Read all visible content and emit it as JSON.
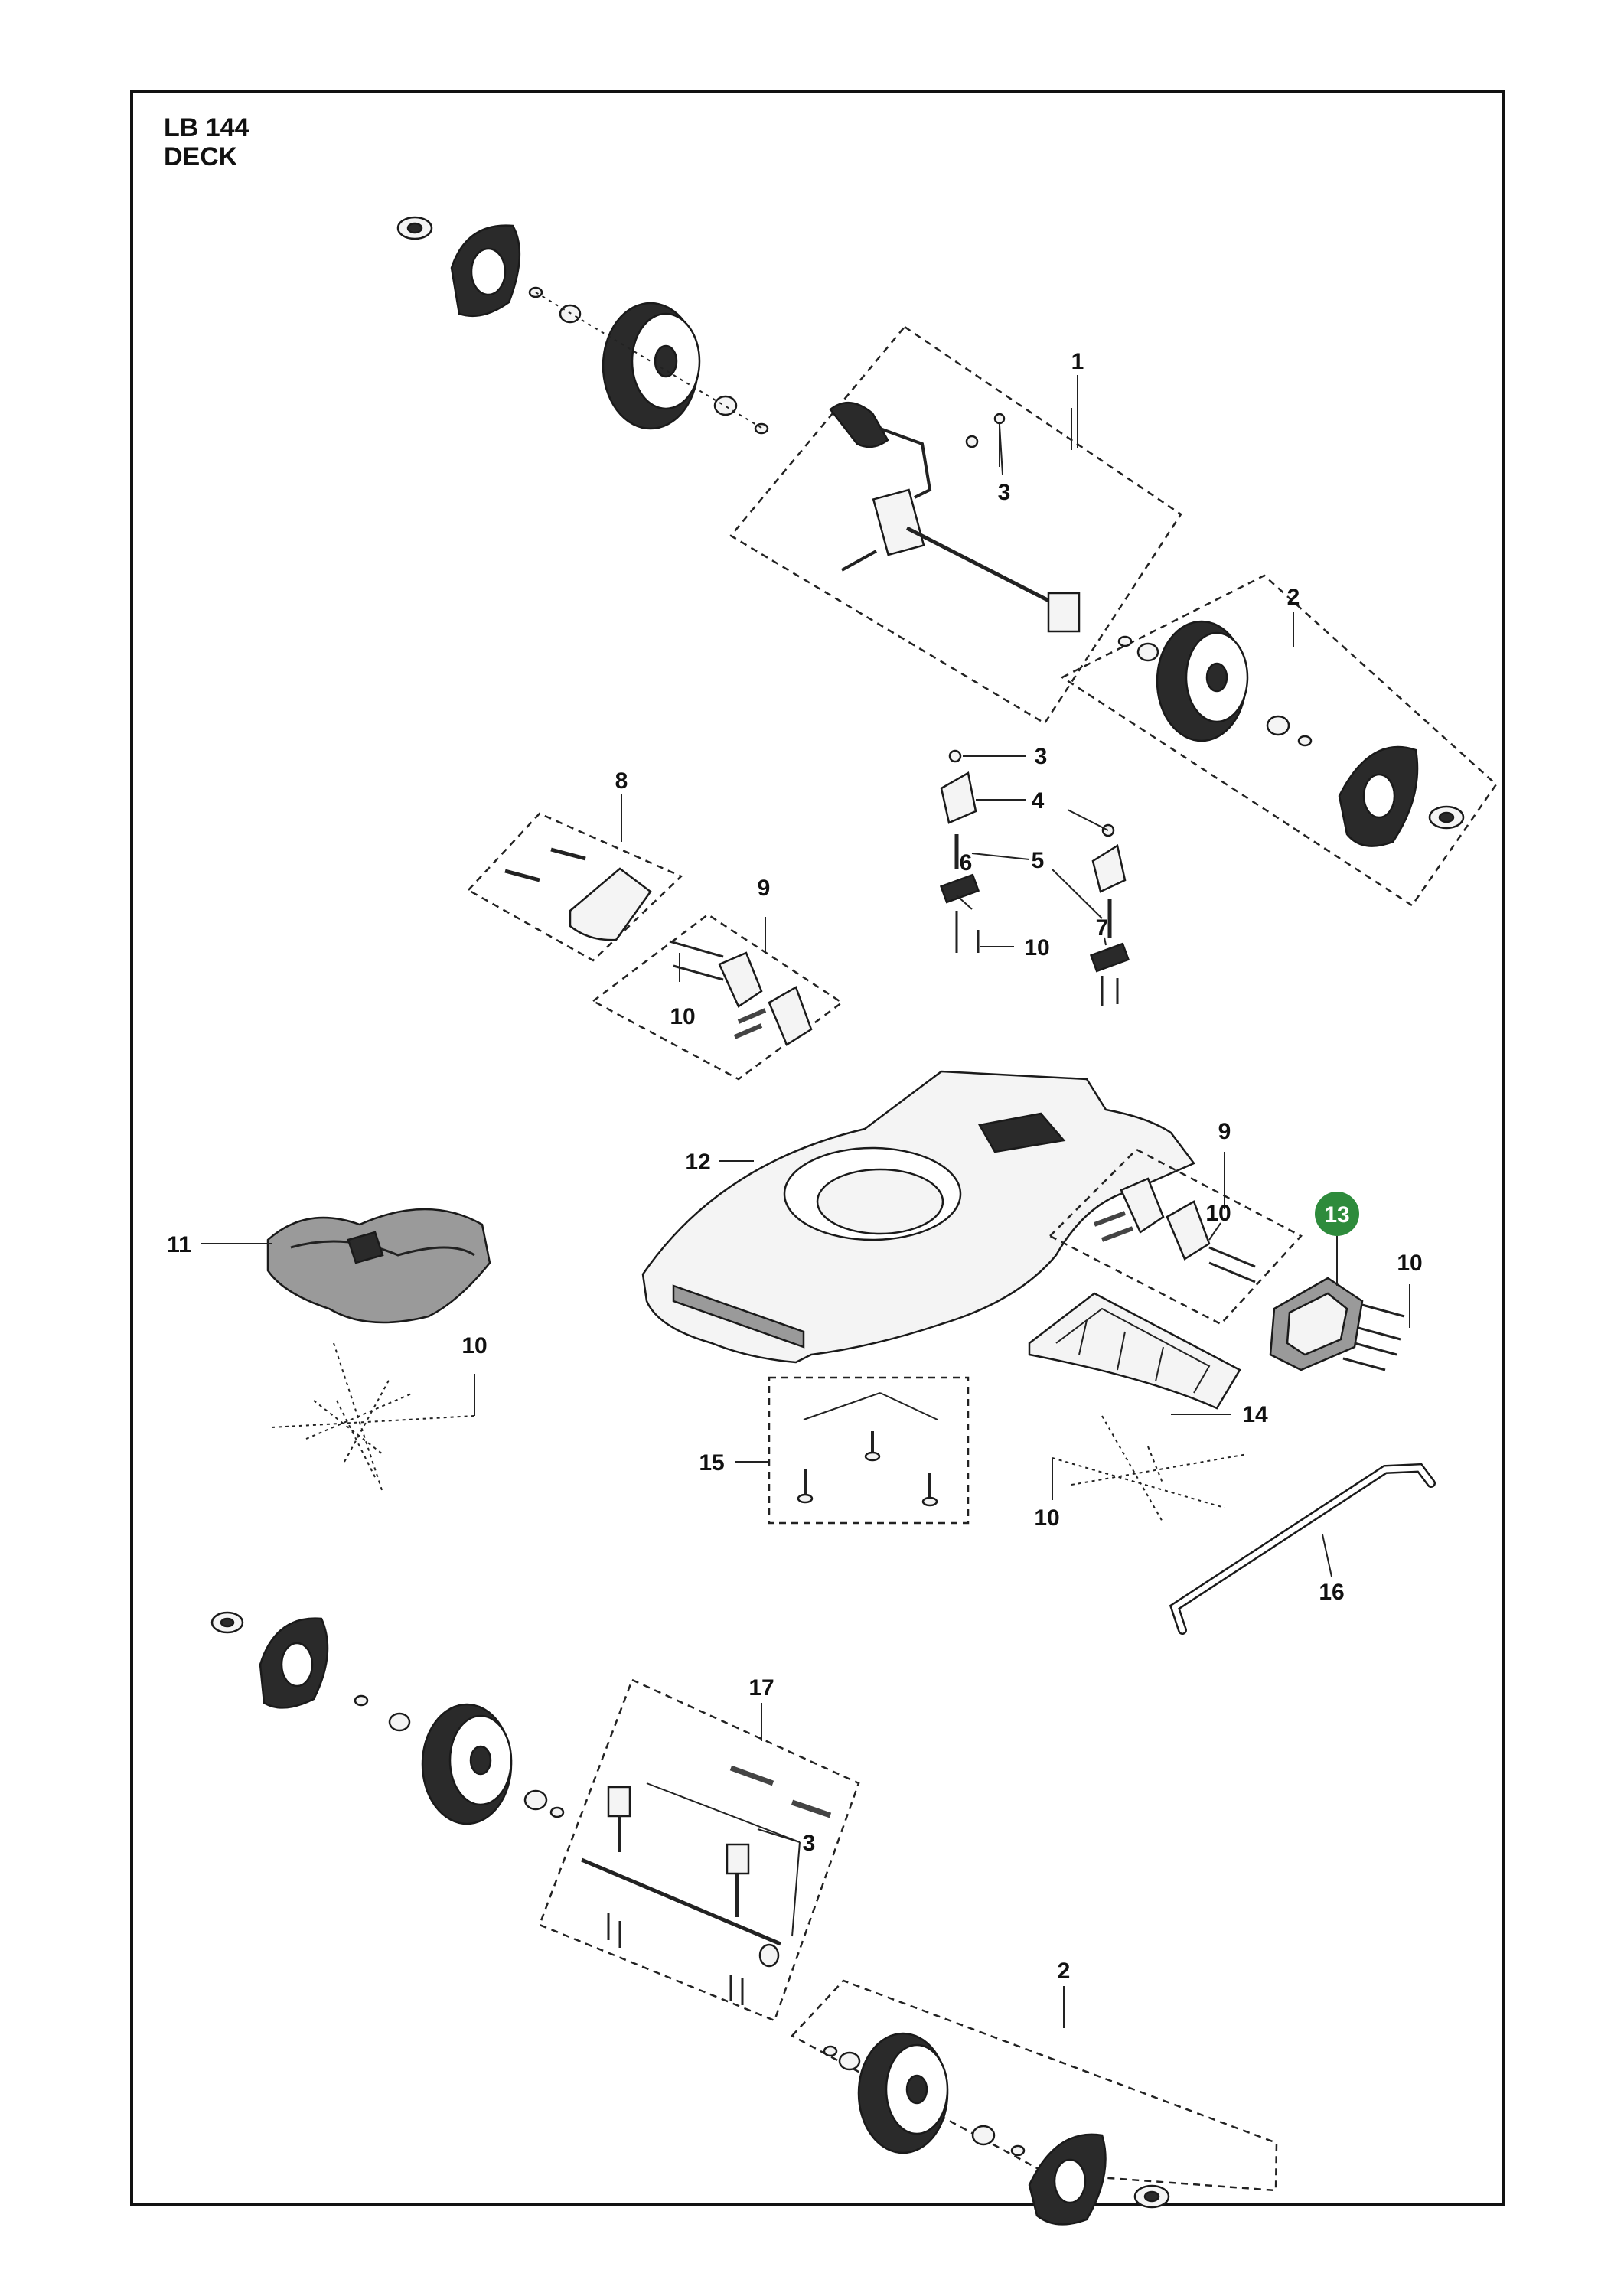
{
  "header": {
    "model": "LB 144",
    "section": "DECK"
  },
  "highlight_color": "#2e8b3c",
  "callouts": {
    "c1": "1",
    "c2_top": "2",
    "c2_bottom": "2",
    "c3_a": "3",
    "c3_b": "3",
    "c3_c": "3",
    "c4": "4",
    "c5": "5",
    "c6": "6",
    "c7": "7",
    "c8": "8",
    "c9_left": "9",
    "c9_right": "9",
    "c10_a": "10",
    "c10_b": "10",
    "c10_c": "10",
    "c10_d": "10",
    "c10_e": "10",
    "c10_f": "10",
    "c11": "11",
    "c12": "12",
    "c13": "13",
    "c14": "14",
    "c15": "15",
    "c16": "16",
    "c17": "17"
  }
}
